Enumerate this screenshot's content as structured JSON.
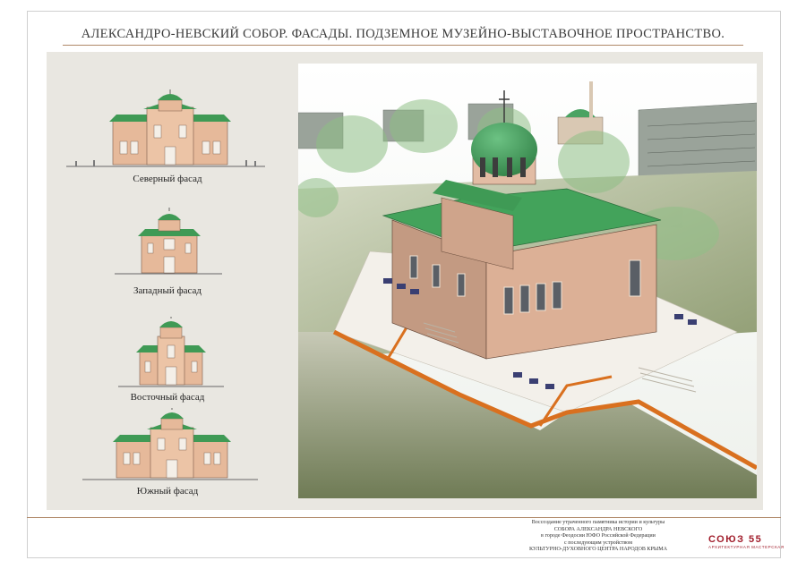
{
  "title": "АЛЕКСАНДРО-НЕВСКИЙ СОБОР. ФАСАДЫ. ПОДЗЕМНОЕ МУЗЕЙНО-ВЫСТАВОЧНОЕ ПРОСТРАНСТВО.",
  "facades": [
    {
      "label": "Северный фасад"
    },
    {
      "label": "Западный фасад"
    },
    {
      "label": "Восточный фасад"
    },
    {
      "label": "Южный фасад"
    }
  ],
  "footer": {
    "lines": [
      "Воссоздание утраченного памятника истории и культуры",
      "СОБОРА АЛЕКСАНДРА НЕВСКОГО",
      "в городе Феодосии ЮФО Российской Федерации",
      "с последующим устройством",
      "КУЛЬТУРНО-ДУХОВНОГО ЦЕНТРА НАРОДОВ КРЫМА"
    ],
    "logo_main": "СОЮЗ 55",
    "logo_sub": "АРХИТЕКТУРНАЯ МАСТЕРСКАЯ"
  },
  "colors": {
    "roof": "#3f9a55",
    "wall": "#e6b99a",
    "accent": "#b08868",
    "logo": "#a11d2b"
  }
}
